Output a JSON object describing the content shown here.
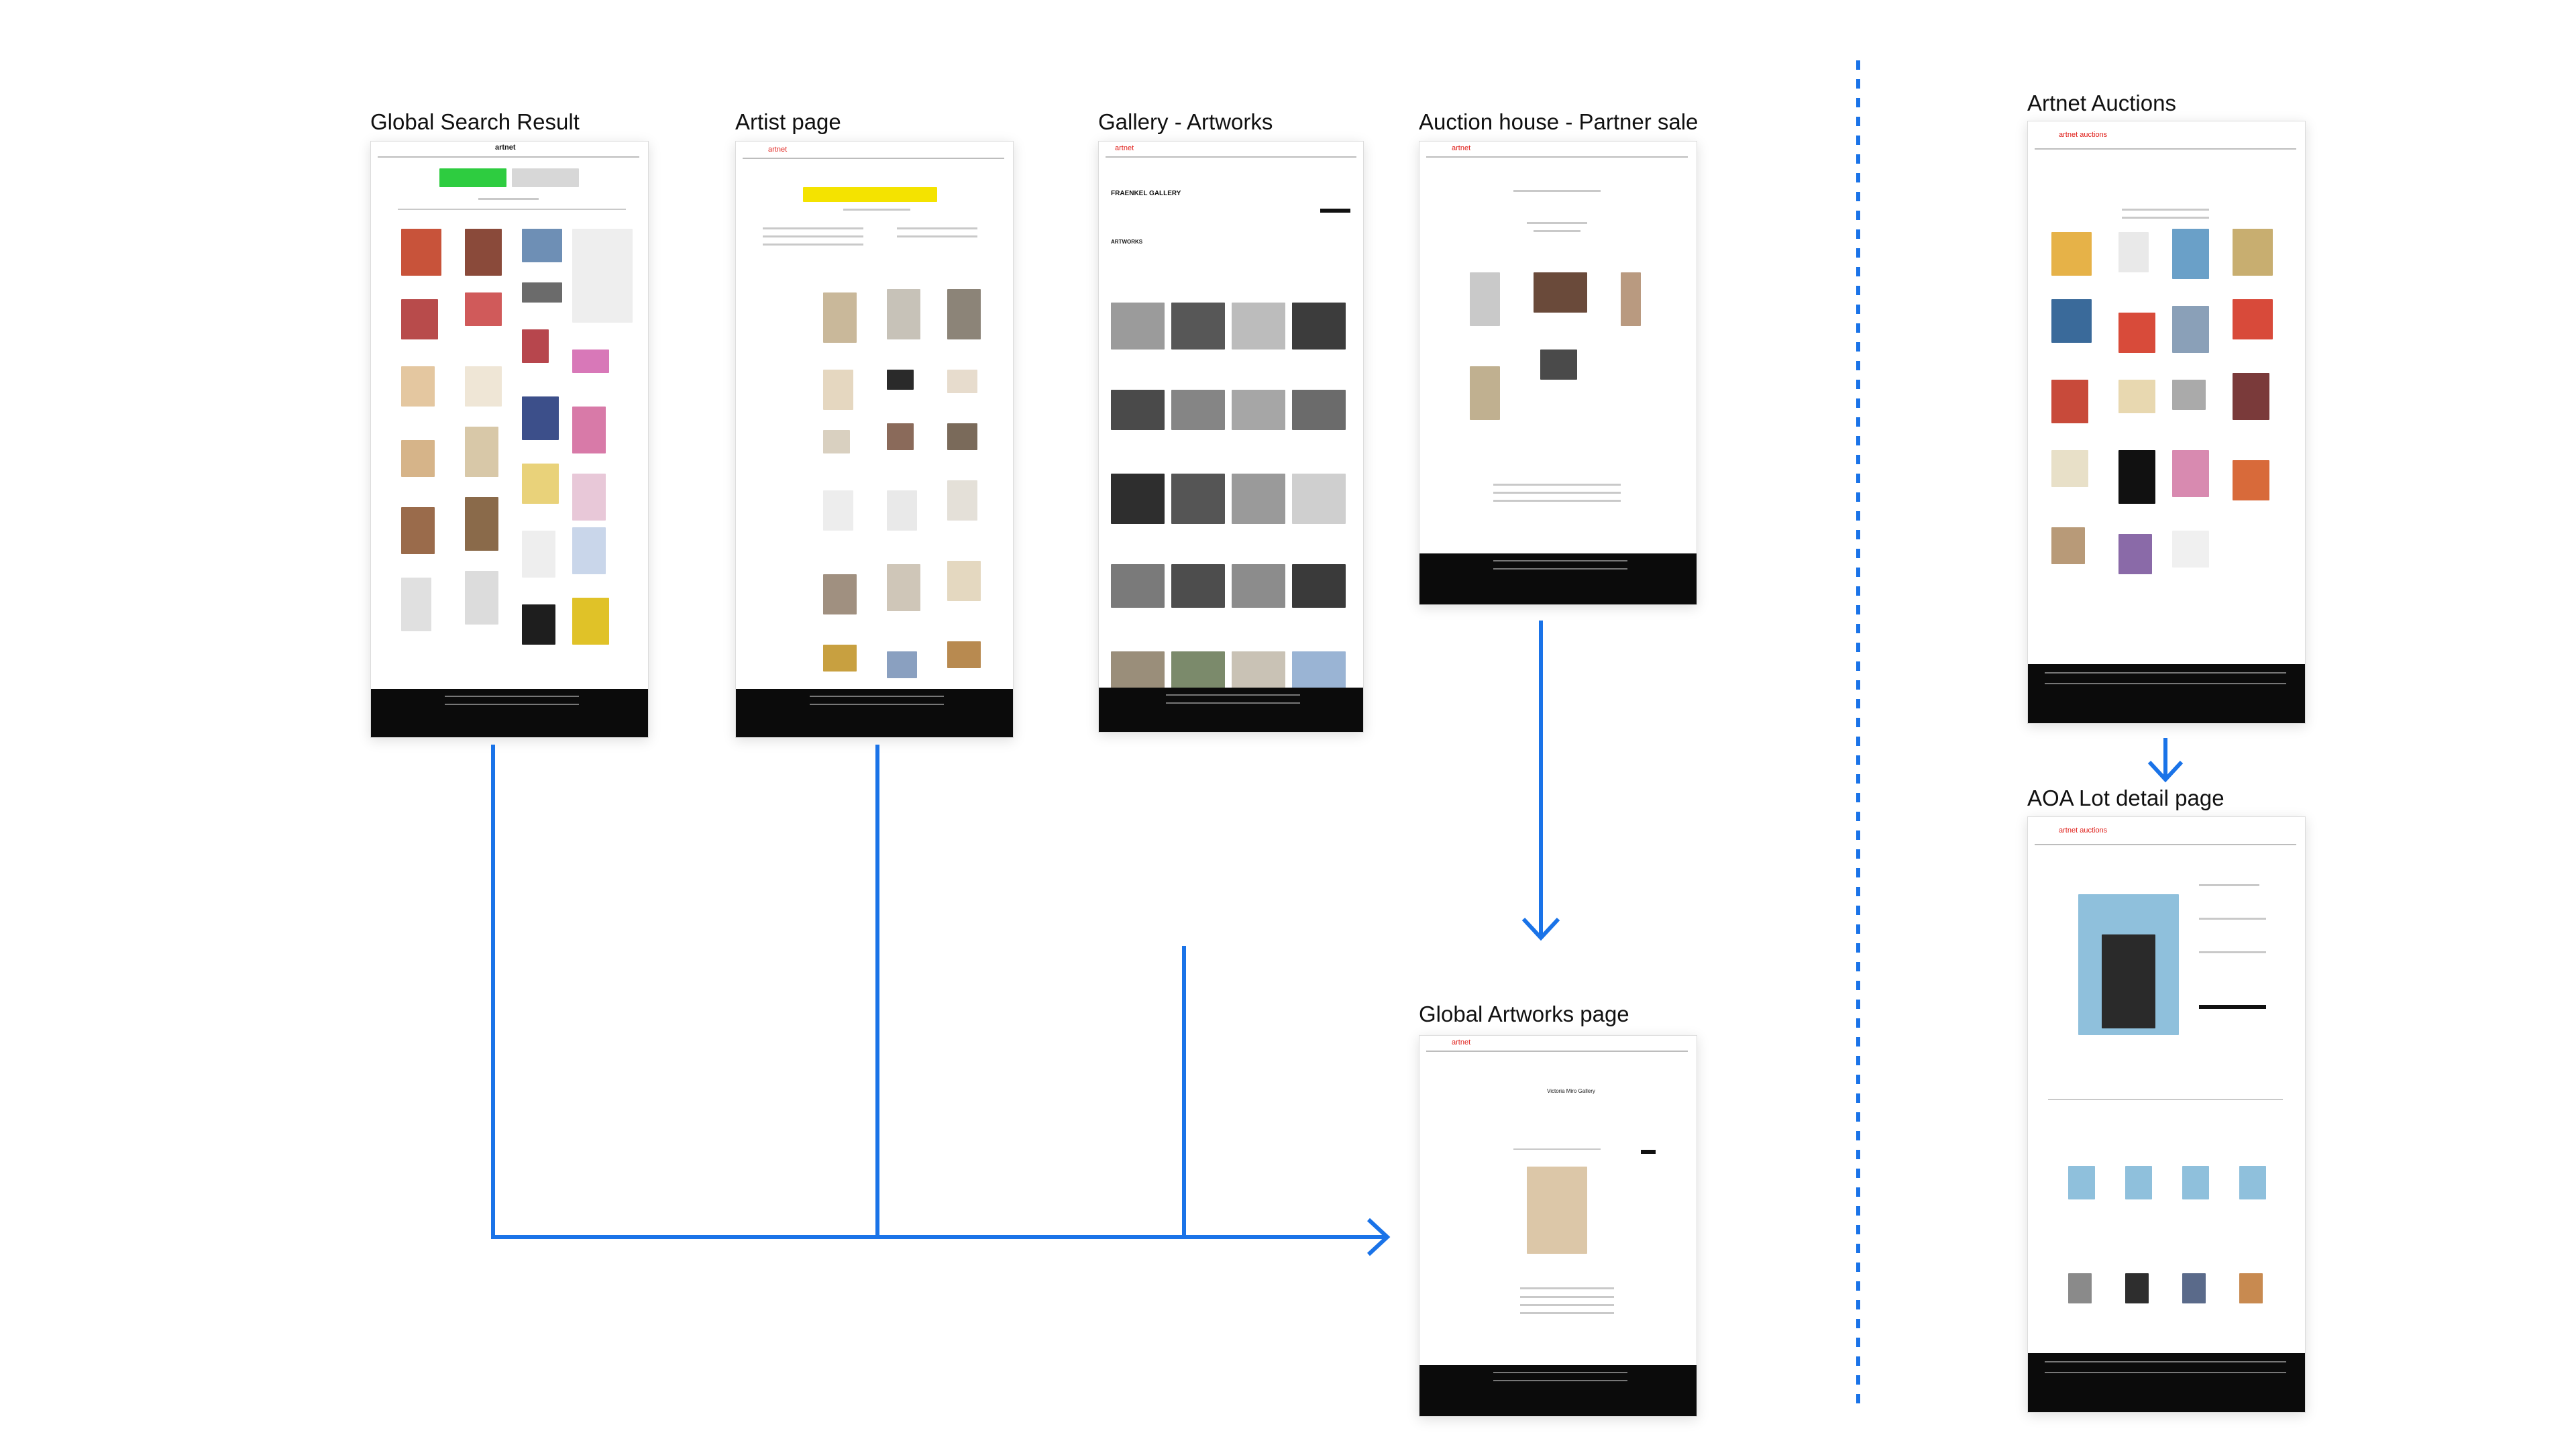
{
  "diagram": {
    "nodes": [
      {
        "id": "global-search-result",
        "label": "Global Search Result",
        "brand": "artnet"
      },
      {
        "id": "artist-page",
        "label": "Artist page",
        "brand": "artnet"
      },
      {
        "id": "gallery-artworks",
        "label": "Gallery - Artworks",
        "brand": "artnet",
        "gallery_name": "FRAENKEL GALLERY",
        "section": "ARTWORKS"
      },
      {
        "id": "auction-house-partner-sale",
        "label": "Auction house - Partner sale",
        "brand": "artnet"
      },
      {
        "id": "global-artworks-page",
        "label": "Global Artworks page",
        "brand": "artnet",
        "gallery_name": "Victoria Miro Gallery"
      },
      {
        "id": "artnet-auctions",
        "label": "Artnet Auctions",
        "brand": "artnet",
        "brand_suffix": "auctions"
      },
      {
        "id": "aoa-lot-detail-page",
        "label": "AOA Lot detail page",
        "brand": "artnet",
        "brand_suffix": "auctions"
      }
    ],
    "edges": [
      {
        "from": "global-search-result",
        "to": "global-artworks-page"
      },
      {
        "from": "artist-page",
        "to": "global-artworks-page"
      },
      {
        "from": "gallery-artworks",
        "to": "global-artworks-page"
      },
      {
        "from": "auction-house-partner-sale",
        "to": "global-artworks-page"
      },
      {
        "from": "artnet-auctions",
        "to": "aoa-lot-detail-page"
      }
    ],
    "colors": {
      "arrow": "#1a73e8",
      "divider": "#1a73e8",
      "brand_red": "#e0201b",
      "footer": "#0b0b0b"
    }
  }
}
